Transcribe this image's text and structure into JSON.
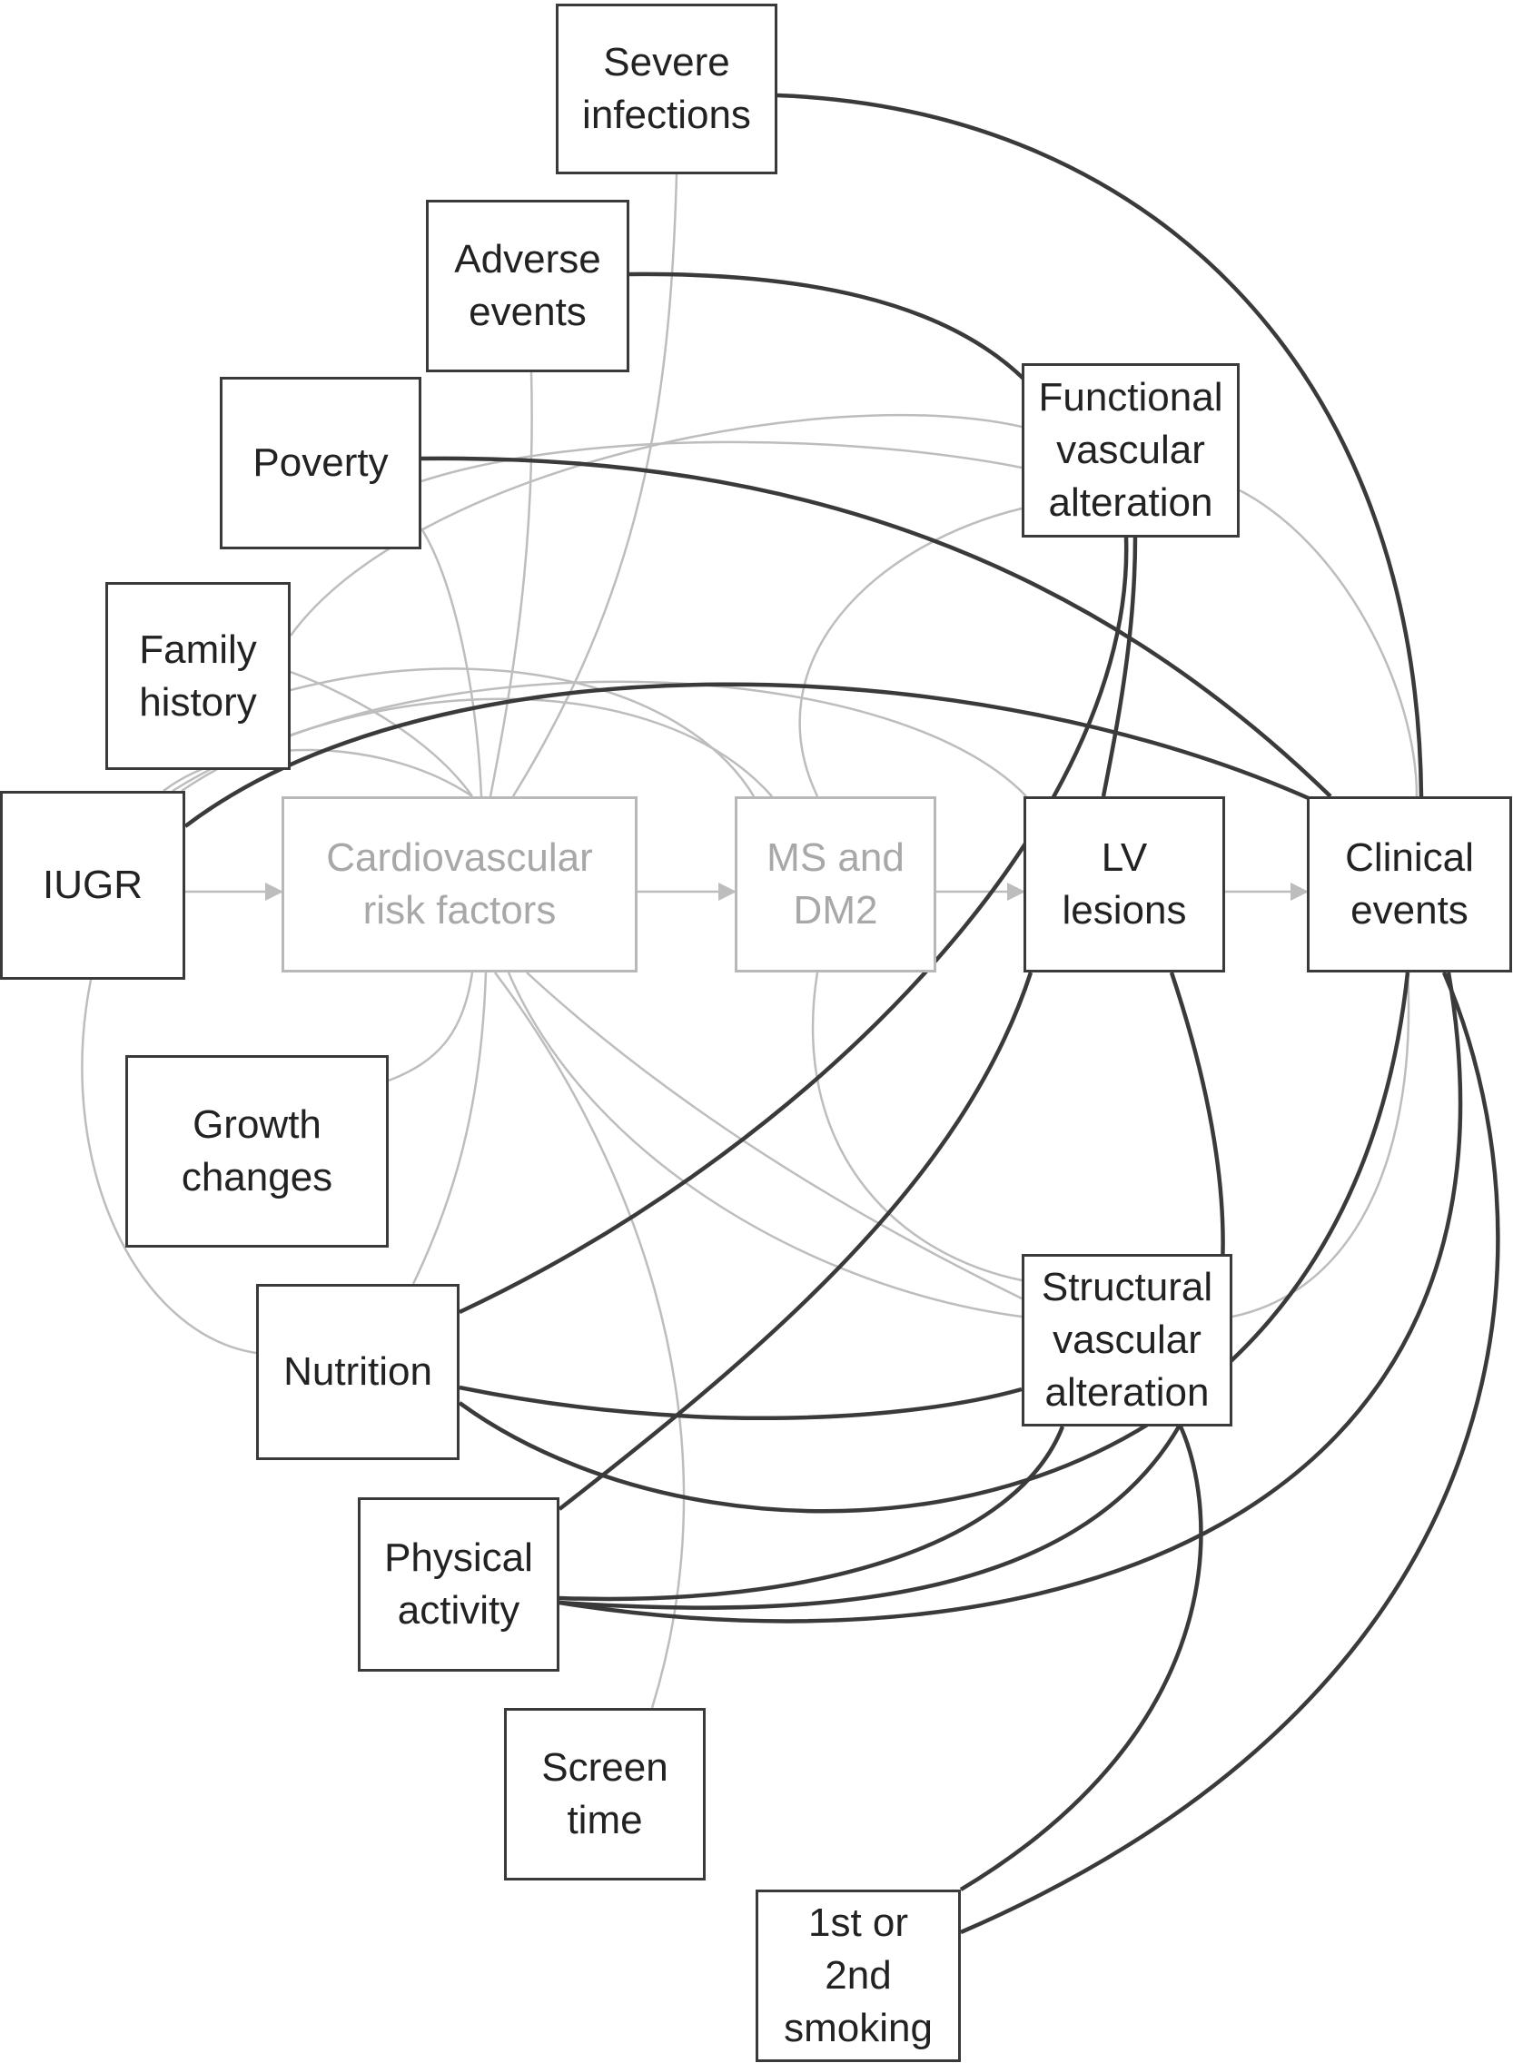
{
  "nodes": {
    "severe": [
      "Severe",
      "infections"
    ],
    "adverse": [
      "Adverse",
      "events"
    ],
    "poverty": [
      "Poverty"
    ],
    "family": [
      "Family",
      "history"
    ],
    "iugr": [
      "IUGR"
    ],
    "cvrf": [
      "Cardiovascular",
      "risk factors"
    ],
    "ms": [
      "MS and",
      "DM2"
    ],
    "lv": [
      "LV",
      "lesions"
    ],
    "clinical": [
      "Clinical",
      "events"
    ],
    "functional": [
      "Functional",
      "vascular",
      "alteration"
    ],
    "growth": [
      "Growth",
      "changes"
    ],
    "structural": [
      "Structural",
      "vascular",
      "alteration"
    ],
    "nutrition": [
      "Nutrition"
    ],
    "physical": [
      "Physical",
      "activity"
    ],
    "screen": [
      "Screen",
      "time"
    ],
    "smoking": [
      "1st or",
      "2nd",
      "smoking"
    ]
  },
  "colors": {
    "strong_edge": "#3a3a3a",
    "weak_edge": "#bdbdbd",
    "faded_text": "#a8a8a8"
  }
}
